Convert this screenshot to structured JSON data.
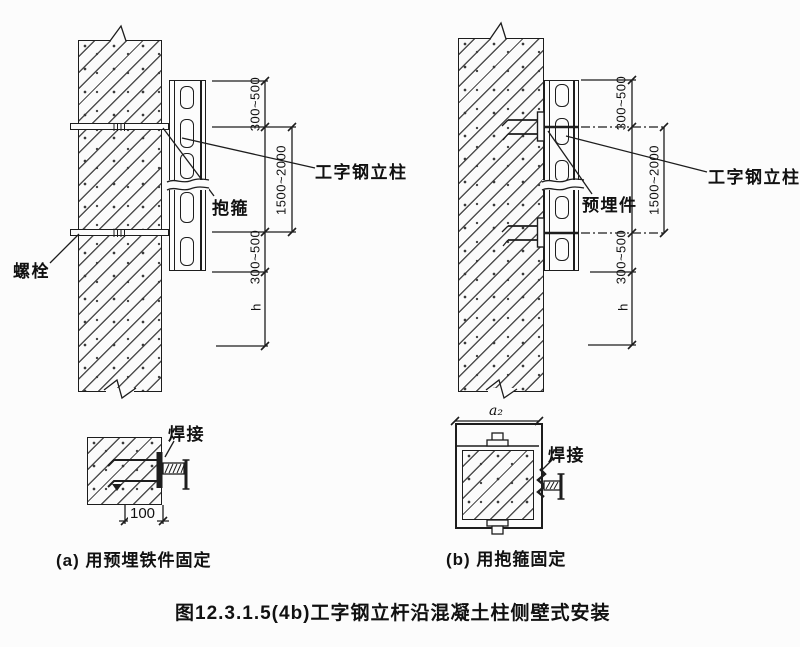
{
  "figure": {
    "caption": "图12.3.1.5(4b)工字钢立杆沿混凝土柱侧壁式安装"
  },
  "dims": {
    "top_segment": "300~500",
    "mid_span": "1500~2000",
    "bottom_segment": "300~500",
    "h": "h"
  },
  "left_diagram": {
    "bolt_label": "螺栓",
    "hoop_label": "抱箍",
    "column_label": "工字钢立柱"
  },
  "right_diagram": {
    "embed_label": "预埋件",
    "column_label": "工字钢立柱"
  },
  "detail_a": {
    "weld_label": "焊接",
    "width_dim": "100",
    "caption": "(a) 用预埋铁件固定"
  },
  "detail_b": {
    "weld_label": "焊接",
    "width_dim": "a₂",
    "caption": "(b) 用抱箍固定"
  },
  "colors": {
    "line": "#1d1d1d",
    "background": "#fcfcfc"
  }
}
